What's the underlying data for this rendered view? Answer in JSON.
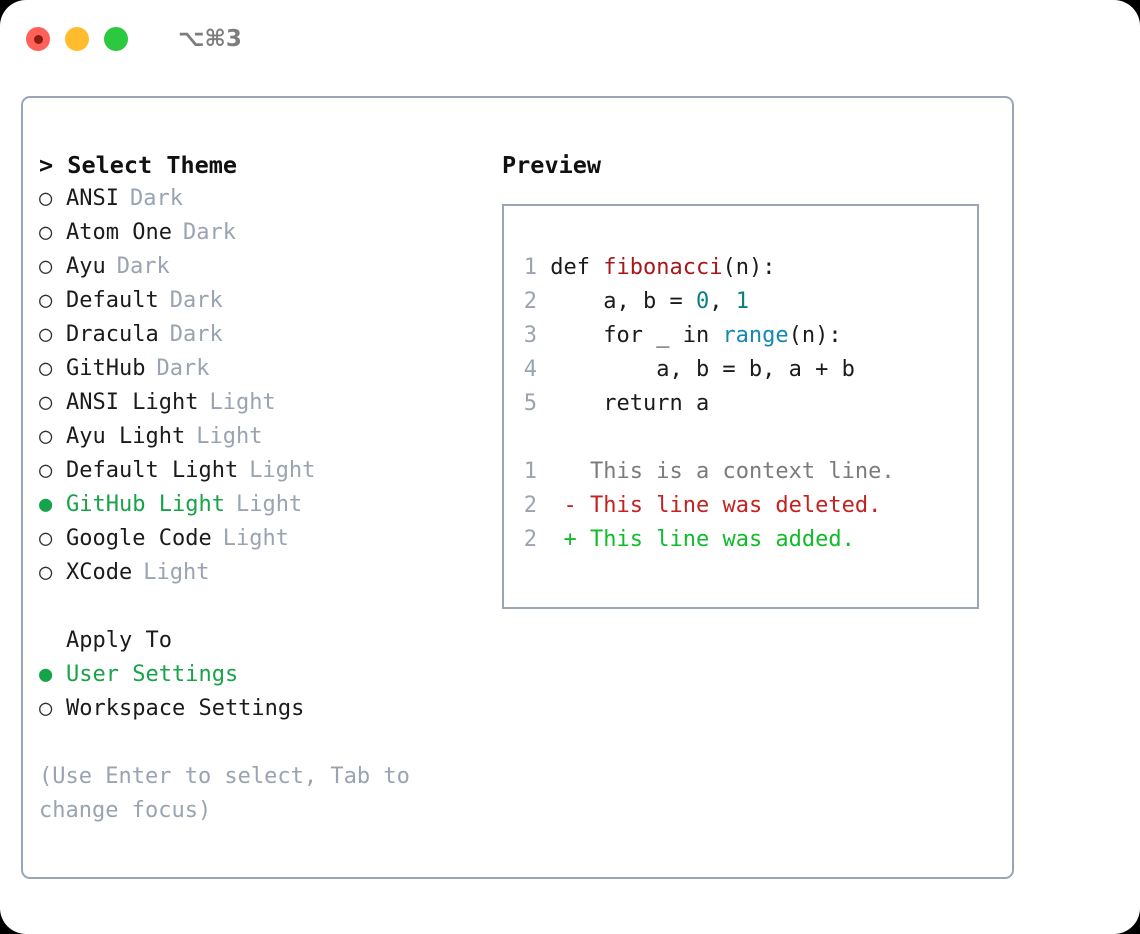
{
  "titlebar": {
    "shortcut": "⌥⌘3",
    "lights": [
      {
        "name": "close",
        "color": "#ff6057"
      },
      {
        "name": "minimize",
        "color": "#ffbd2e"
      },
      {
        "name": "maximize",
        "color": "#2bc840"
      }
    ]
  },
  "theme_picker": {
    "header": "> Select Theme",
    "items": [
      {
        "marker": "○",
        "name": "ANSI",
        "badge": "Dark",
        "selected": false
      },
      {
        "marker": "○",
        "name": "Atom One",
        "badge": "Dark",
        "selected": false
      },
      {
        "marker": "○",
        "name": "Ayu",
        "badge": "Dark",
        "selected": false
      },
      {
        "marker": "○",
        "name": "Default",
        "badge": "Dark",
        "selected": false
      },
      {
        "marker": "○",
        "name": "Dracula",
        "badge": "Dark",
        "selected": false
      },
      {
        "marker": "○",
        "name": "GitHub",
        "badge": "Dark",
        "selected": false
      },
      {
        "marker": "○",
        "name": "ANSI Light",
        "badge": "Light",
        "selected": false
      },
      {
        "marker": "○",
        "name": "Ayu Light",
        "badge": "Light",
        "selected": false
      },
      {
        "marker": "○",
        "name": "Default Light",
        "badge": "Light",
        "selected": false
      },
      {
        "marker": "●",
        "name": "GitHub Light",
        "badge": "Light",
        "selected": true
      },
      {
        "marker": "○",
        "name": "Google Code",
        "badge": "Light",
        "selected": false
      },
      {
        "marker": "○",
        "name": "XCode",
        "badge": "Light",
        "selected": false
      }
    ]
  },
  "apply_to": {
    "header": "Apply To",
    "items": [
      {
        "marker": "●",
        "label": "User Settings",
        "selected": true
      },
      {
        "marker": "○",
        "label": "Workspace Settings",
        "selected": false
      }
    ]
  },
  "hint": "(Use Enter to select, Tab to change focus)",
  "preview": {
    "title": "Preview",
    "code_lines": [
      {
        "num": "1",
        "segments": [
          {
            "t": "def ",
            "c": "plain"
          },
          {
            "t": "fibonacci",
            "c": "fn"
          },
          {
            "t": "(n):",
            "c": "plain"
          }
        ]
      },
      {
        "num": "2",
        "segments": [
          {
            "t": "    a, b = ",
            "c": "plain"
          },
          {
            "t": "0",
            "c": "num"
          },
          {
            "t": ", ",
            "c": "plain"
          },
          {
            "t": "1",
            "c": "num"
          }
        ]
      },
      {
        "num": "3",
        "segments": [
          {
            "t": "    for _ in ",
            "c": "plain"
          },
          {
            "t": "range",
            "c": "call"
          },
          {
            "t": "(n):",
            "c": "plain"
          }
        ]
      },
      {
        "num": "4",
        "segments": [
          {
            "t": "        a, b = b, a + b",
            "c": "plain"
          }
        ]
      },
      {
        "num": "5",
        "segments": [
          {
            "t": "    return a",
            "c": "plain"
          }
        ]
      }
    ],
    "diff_lines": [
      {
        "num": "1",
        "marker": " ",
        "text": "This is a context line.",
        "kind": "ctx"
      },
      {
        "num": "2",
        "marker": "-",
        "text": "This line was deleted.",
        "kind": "del"
      },
      {
        "num": "2",
        "marker": "+",
        "text": "This line was added.",
        "kind": "add"
      }
    ]
  },
  "colors": {
    "accent_green": "#16a34a",
    "border": "#9aa5b5",
    "muted": "#9aa3b2",
    "fn_red": "#a5181b",
    "num_teal": "#0b7f80",
    "call_blue": "#1289b5",
    "diff_del": "#c42121",
    "diff_add": "#12bb2b",
    "diff_ctx": "#7b7b7b"
  }
}
